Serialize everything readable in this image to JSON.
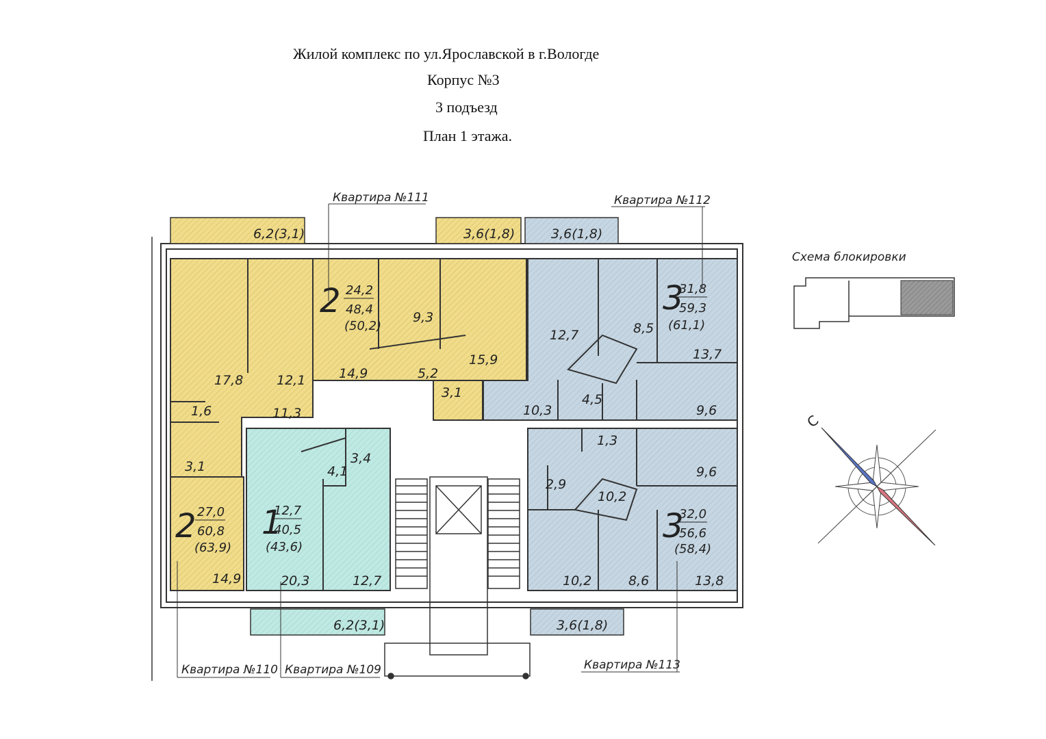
{
  "header": {
    "title": "Жилой комплекс по ул.Ярославской в г.Вологде",
    "building": "Корпус №3",
    "entrance": "3 подъезд",
    "plan": "План 1 этажа."
  },
  "legend": {
    "scheme_title": "Схема блокировки"
  },
  "compass": {
    "north_letter": "С"
  },
  "colors": {
    "apt_2room": "#f0dc8a",
    "apt_1room": "#bfe9e3",
    "apt_3room": "#c6d6e2",
    "wall": "#333333",
    "north_arrow": "#5a74c4",
    "south_arrow": "#d7757f"
  },
  "apartments": {
    "a109": {
      "label": "Квартира №109",
      "rooms": "1",
      "living": "12,7",
      "total": "40,5",
      "total_with_balcony": "(43,6)",
      "room_areas": [
        "20,3",
        "12,7",
        "4,1",
        "3,4"
      ],
      "balcony": "6,2(3,1)"
    },
    "a110": {
      "label": "Квартира №110",
      "rooms": "2",
      "living": "27,0",
      "total": "60,8",
      "total_with_balcony": "(63,9)",
      "room_areas": [
        "17,8",
        "12,1",
        "11,3",
        "1,6",
        "3,1",
        "14,9"
      ],
      "balcony": "6,2(3,1)"
    },
    "a111": {
      "label": "Квартира №111",
      "rooms": "2",
      "living": "24,2",
      "total": "48,4",
      "total_with_balcony": "(50,2)",
      "room_areas": [
        "14,9",
        "9,3",
        "5,2",
        "15,9",
        "3,1"
      ],
      "balcony": "3,6(1,8)"
    },
    "a112": {
      "label": "Квартира №112",
      "rooms": "3",
      "living": "31,8",
      "total": "59,3",
      "total_with_balcony": "(61,1)",
      "room_areas": [
        "12,7",
        "8,5",
        "13,7",
        "10,3",
        "4,5",
        "9,6"
      ],
      "balcony": "3,6(1,8)"
    },
    "a113": {
      "label": "Квартира №113",
      "rooms": "3",
      "living": "32,0",
      "total": "56,6",
      "total_with_balcony": "(58,4)",
      "room_areas": [
        "1,3",
        "9,6",
        "2,9",
        "10,2",
        "10,2",
        "8,6",
        "13,8"
      ],
      "balcony": "3,6(1,8)"
    }
  }
}
